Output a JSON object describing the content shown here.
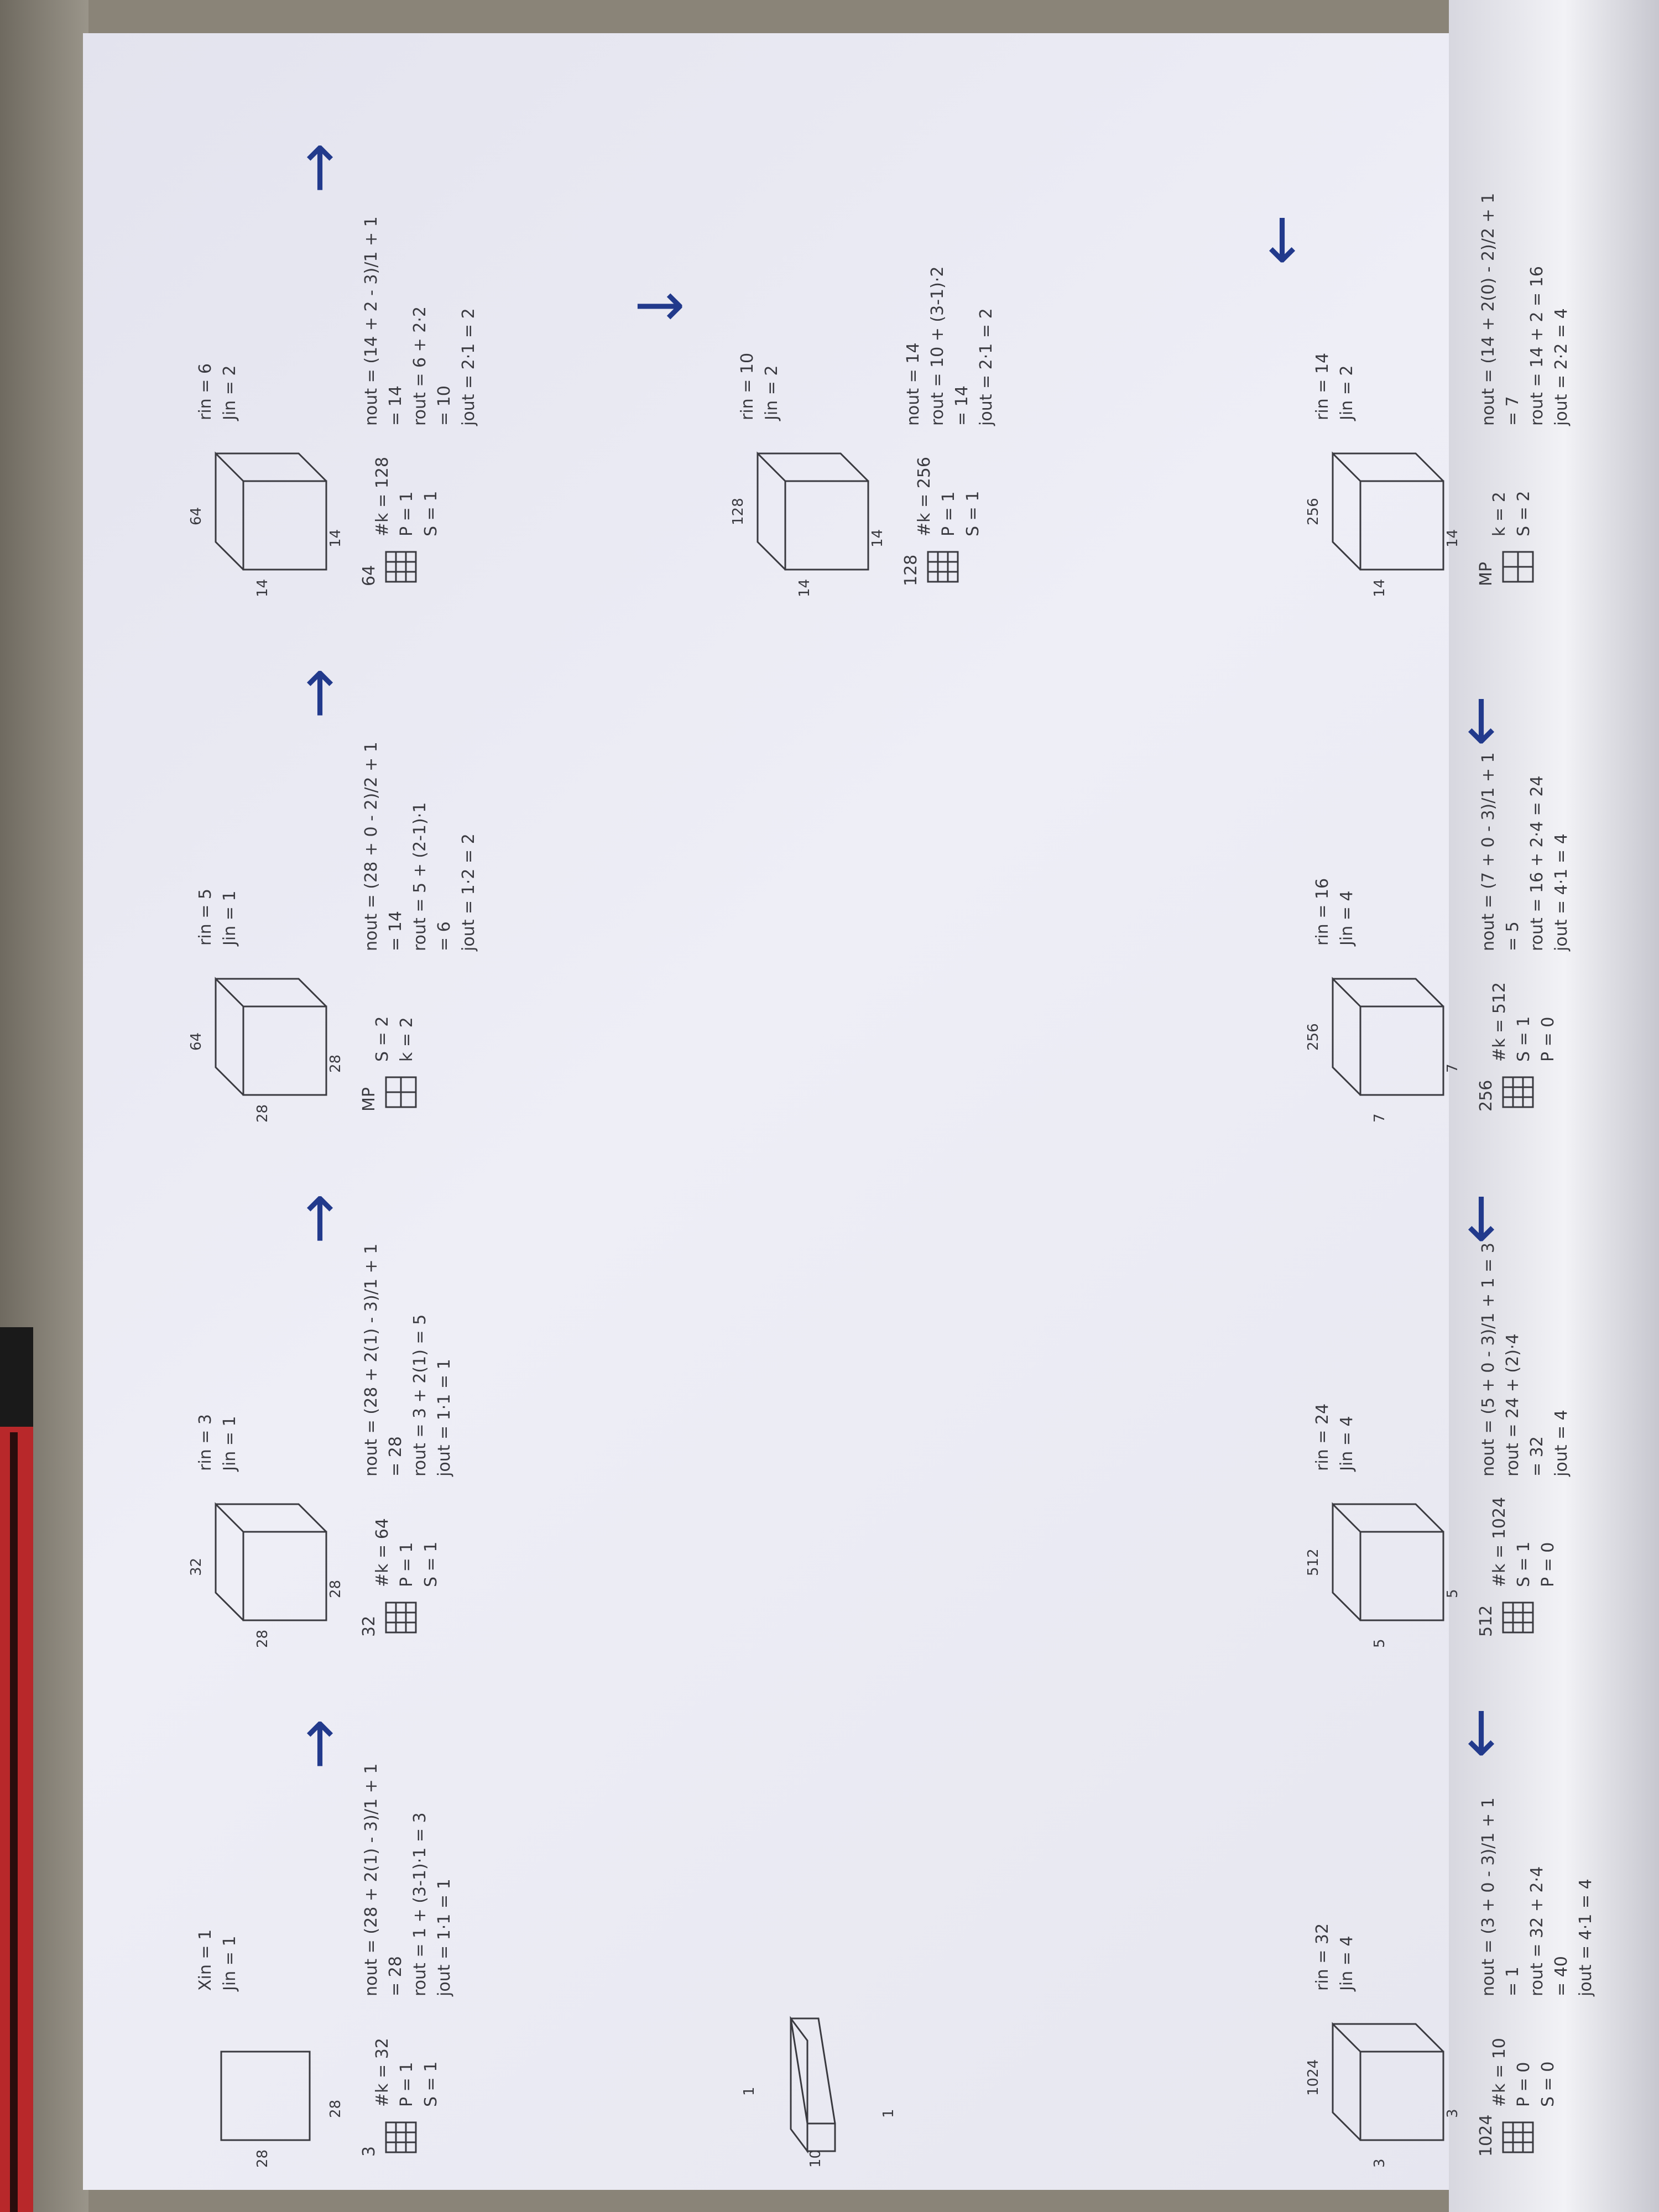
{
  "page": {
    "background_color": "#e8e8f0",
    "ink_color": "#3a3a40",
    "arrow_color": "#223a8c"
  },
  "stages": [
    {
      "id": "s1",
      "input_params": [
        "Xin = 1",
        "Jin = 1"
      ],
      "dims": {
        "top": "",
        "left": "28",
        "bottom": "28"
      },
      "kernel": {
        "label": "3",
        "count": "#k = 32",
        "p": "P = 1",
        "s": "S = 1"
      },
      "calc": [
        "nout = (28 + 2(1) - 3)/1 + 1",
        "= 28",
        "rout = 1 + (3-1)·1 = 3",
        "jout = 1·1 = 1"
      ]
    },
    {
      "id": "s2",
      "input_params": [
        "rin = 3",
        "Jin = 1"
      ],
      "dims": {
        "top": "32",
        "left": "28",
        "bottom": "28"
      },
      "kernel": {
        "label": "32",
        "count": "#k = 64",
        "p": "P = 1",
        "s": "S = 1"
      },
      "calc": [
        "nout = (28 + 2(1) - 3)/1 + 1",
        "= 28",
        "rout = 3 + 2(1) = 5",
        "jout = 1·1 = 1"
      ]
    },
    {
      "id": "s3",
      "input_params": [
        "rin = 5",
        "Jin = 1"
      ],
      "dims": {
        "top": "64",
        "left": "28",
        "bottom": "28"
      },
      "kernel": {
        "label": "MP",
        "count": "S = 2",
        "p": "k = 2",
        "s": ""
      },
      "calc": [
        "nout = (28 + 0 - 2)/2 + 1",
        "= 14",
        "rout = 5 + (2-1)·1",
        "= 6",
        "jout = 1·2 = 2"
      ]
    },
    {
      "id": "s4",
      "input_params": [
        "rin = 6",
        "Jin = 2"
      ],
      "dims": {
        "top": "64",
        "left": "14",
        "bottom": "14"
      },
      "kernel": {
        "label": "64",
        "count": "#k = 128",
        "p": "P = 1",
        "s": "S = 1"
      },
      "calc": [
        "nout = (14 + 2 - 3)/1 + 1",
        "= 14",
        "rout = 6 + 2·2",
        "= 10",
        "jout = 2·1 = 2"
      ]
    },
    {
      "id": "s5",
      "input_params": [
        "rin = 10",
        "Jin = 2"
      ],
      "dims": {
        "top": "128",
        "left": "14",
        "bottom": "14"
      },
      "kernel": {
        "label": "128",
        "count": "#k = 256",
        "p": "P = 1",
        "s": "S = 1"
      },
      "calc": [
        "nout = 14",
        "rout = 10 + (3-1)·2",
        "= 14",
        "jout = 2·1 = 2"
      ]
    },
    {
      "id": "s6",
      "input_params": [
        "rin = 14",
        "Jin = 2"
      ],
      "dims": {
        "top": "256",
        "left": "14",
        "bottom": "14"
      },
      "kernel": {
        "label": "MP",
        "count": "k = 2",
        "p": "S = 2",
        "s": ""
      },
      "calc": [
        "nout = (14 + 2(0) - 2)/2 + 1",
        "= 7",
        "rout = 14 + 2 = 16",
        "jout = 2·2 = 4"
      ]
    },
    {
      "id": "s7",
      "input_params": [
        "rin = 16",
        "Jin = 4"
      ],
      "dims": {
        "top": "256",
        "left": "7",
        "bottom": "7"
      },
      "kernel": {
        "label": "256",
        "count": "#k = 512",
        "p": "S = 1",
        "s": "P = 0"
      },
      "calc": [
        "nout = (7 + 0 - 3)/1 + 1",
        "= 5",
        "rout = 16 + 2·4 = 24",
        "jout = 4·1 = 4"
      ]
    },
    {
      "id": "s8",
      "input_params": [
        "rin = 24",
        "Jin = 4"
      ],
      "dims": {
        "top": "512",
        "left": "5",
        "bottom": "5"
      },
      "kernel": {
        "label": "512",
        "count": "#k = 1024",
        "p": "S = 1",
        "s": "P = 0"
      },
      "calc": [
        "nout = (5 + 0 - 3)/1 + 1 = 3",
        "rout = 24 + (2)·4",
        "= 32",
        "jout = 4"
      ]
    },
    {
      "id": "s9",
      "input_params": [
        "rin = 32",
        "Jin = 4"
      ],
      "dims": {
        "top": "1024",
        "left": "3",
        "bottom": "3"
      },
      "kernel": {
        "label": "1024",
        "count": "#k = 10",
        "p": "P = 0",
        "s": "S = 0"
      },
      "calc": [
        "nout = (3 + 0 - 3)/1 + 1",
        "= 1",
        "rout = 32 + 2·4",
        "= 40",
        "jout = 4·1 = 4"
      ]
    },
    {
      "id": "s10",
      "input_params": [],
      "dims": {
        "top": "1",
        "left": "10",
        "bottom": "1"
      },
      "kernel": {
        "label": "",
        "count": "",
        "p": "",
        "s": ""
      },
      "calc": []
    }
  ],
  "arrows": [
    "→",
    "→",
    "→",
    "→",
    "↓",
    "←",
    "←",
    "←",
    "←"
  ]
}
